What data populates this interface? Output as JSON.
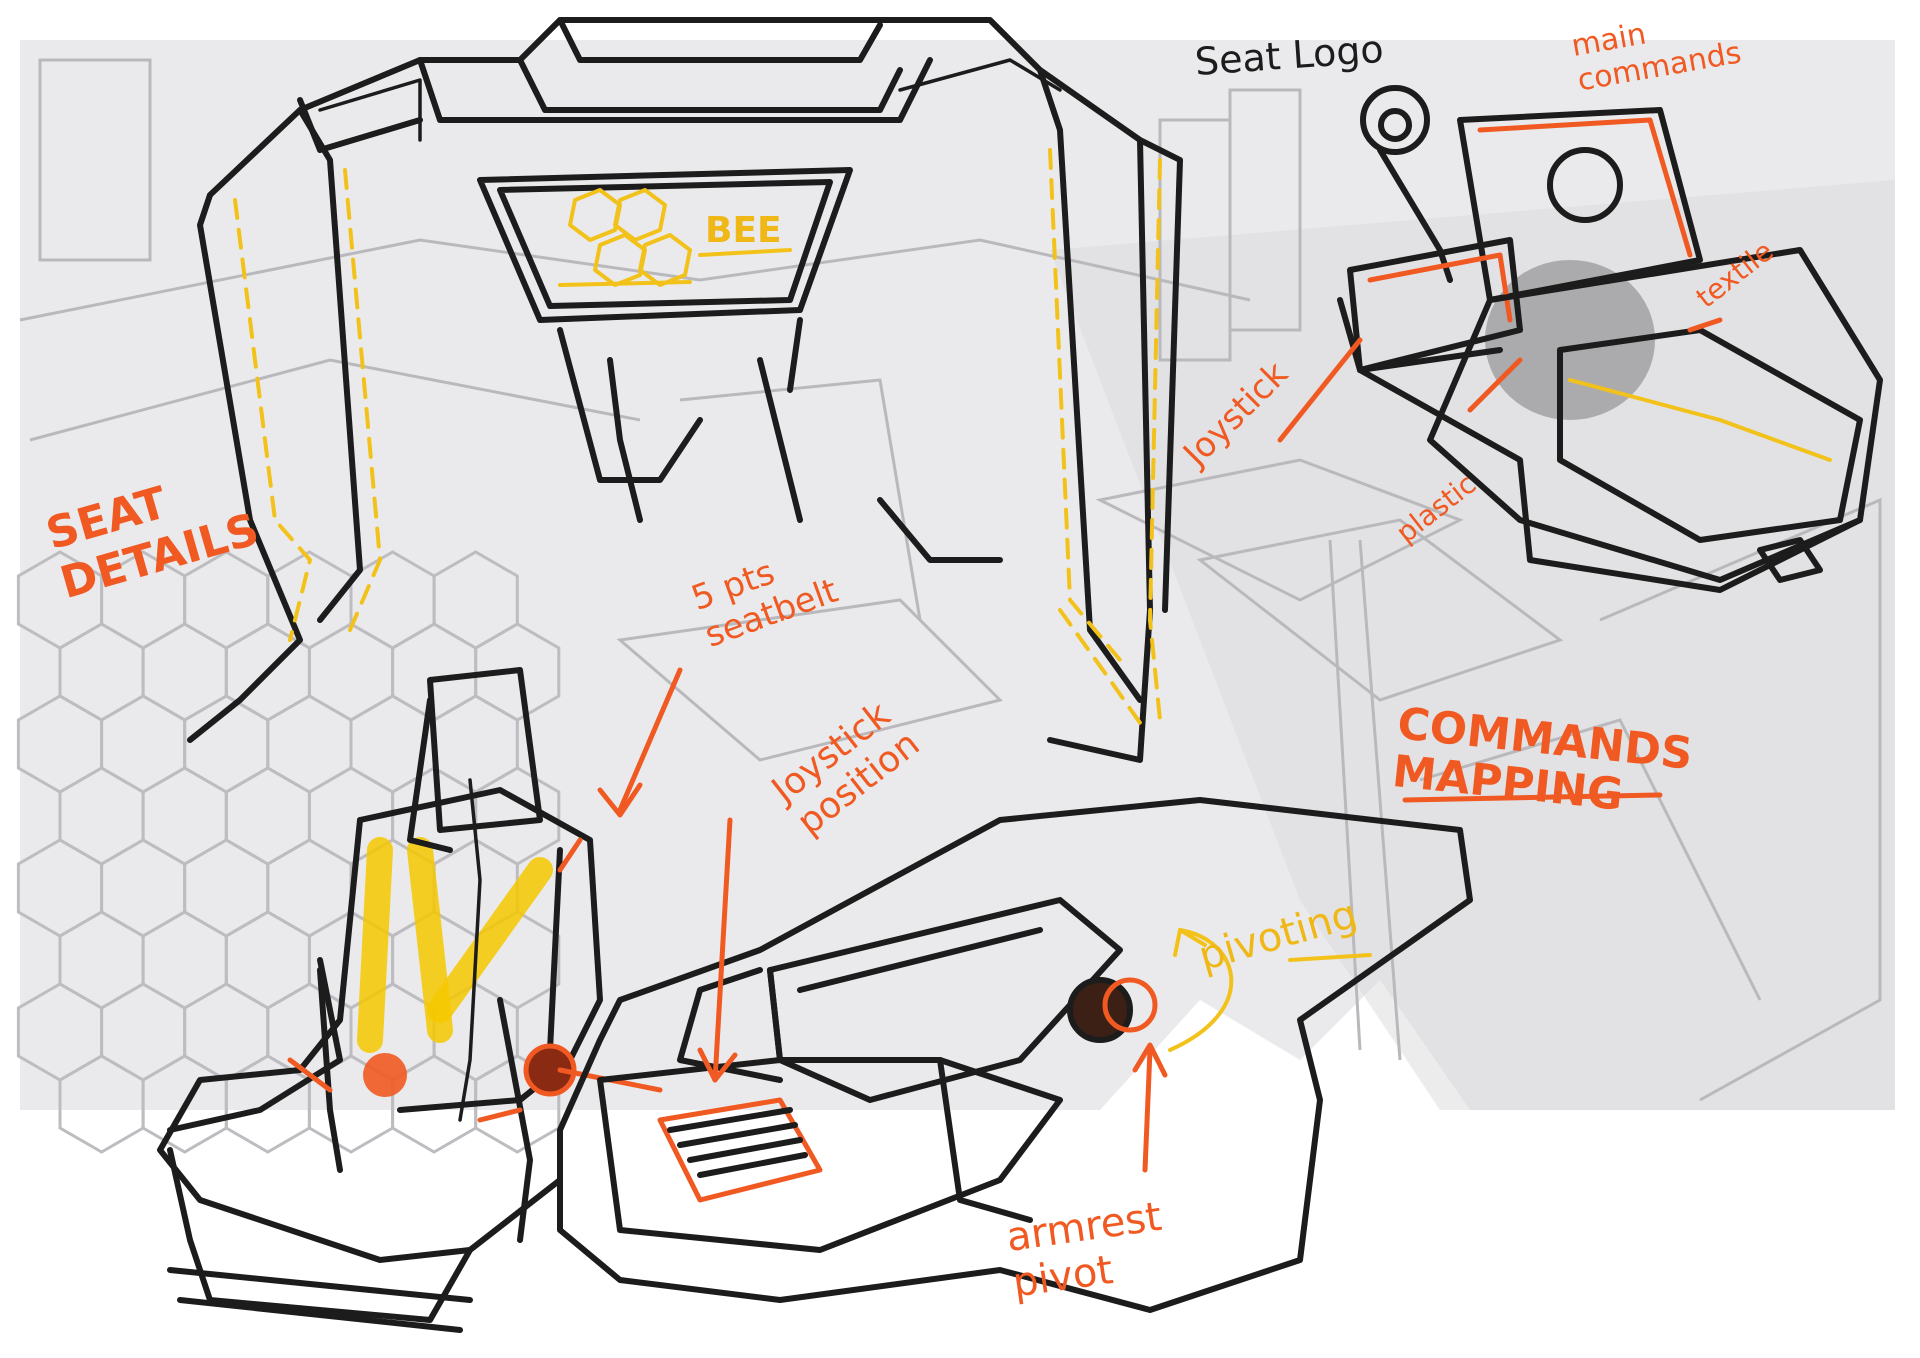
{
  "annotations": {
    "seat_logo": "Seat Logo",
    "main_commands": "main\ncommands",
    "textile": "textile",
    "joystick": "Joystick",
    "plastic": "plastic",
    "seat_details": "SEAT\nDETAILS",
    "seatbelt": "5 pts\nseatbelt",
    "joystick_position": "Joystick\nposition",
    "commands_mapping": "COMMANDS\nMAPPING",
    "pivoting": "pivoting",
    "armrest_pivot": "armrest\npivot",
    "logo_text": "BEE"
  },
  "colors": {
    "ink_black": "#1c1c1c",
    "marker_orange": "#f05a22",
    "marker_yellow": "#f2c21b",
    "background_grey": "#d9d9dc"
  }
}
